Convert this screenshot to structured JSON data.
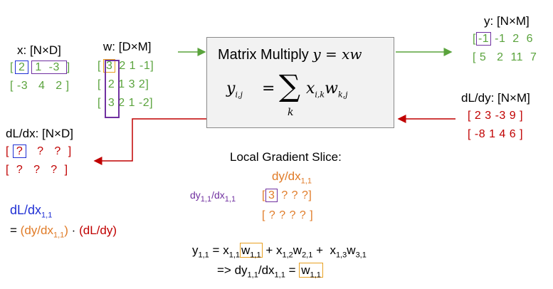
{
  "x": {
    "label": "x: [N×D]",
    "row1": [
      "2",
      "1",
      "-3"
    ],
    "row2": [
      "-3",
      "4",
      "2"
    ]
  },
  "w": {
    "label": "w: [D×M]",
    "rows": [
      [
        "3",
        "2",
        "1",
        "-1"
      ],
      [
        "2",
        "1",
        "3",
        "2"
      ],
      [
        "3",
        "2",
        "1",
        "-2"
      ]
    ]
  },
  "matmul": {
    "title": "Matrix Multiply",
    "title_eq": "y = xw",
    "formula_lhs": "y",
    "formula_lhs_sub": "i,j",
    "formula_eq": "=",
    "formula_sigma": "∑",
    "formula_sigma_sub": "k",
    "formula_rhs_x": "x",
    "formula_rhs_x_sub": "i,k",
    "formula_rhs_w": "w",
    "formula_rhs_w_sub": "k,j"
  },
  "y": {
    "label": "y: [N×M]",
    "row1": [
      "-1",
      "-1",
      "2",
      "6"
    ],
    "row2": [
      "5",
      "2",
      "11",
      "7"
    ]
  },
  "dLdy": {
    "label": "dL/dy: [N×M]",
    "row1": "[ 2 3 -3 9 ]",
    "row2": "[ -8 1 4 6 ]"
  },
  "dLdx": {
    "label": "dL/dx: [N×D]",
    "row1_first": "?",
    "row1_rest": "?   ?",
    "row2": "[  ?   ?   ?  ]"
  },
  "local": {
    "title": "Local Gradient Slice:",
    "top_label": "dy/dx",
    "top_label_sub": "1,1",
    "side_label": "dy",
    "side_label_sub1": "1,1",
    "side_label_mid": "/dx",
    "side_label_sub2": "1,1",
    "row1_first": "3",
    "row1_rest": "? ? ?",
    "row2": "[ ? ? ? ? ]"
  },
  "chain": {
    "lhs": "dL/dx",
    "lhs_sub": "1,1",
    "eq": "=",
    "term1": "(dy/dx",
    "term1_sub": "1,1",
    "term1_close": ")",
    "dot": "·",
    "term2": "(dL/dy)"
  },
  "expand": {
    "line1_y": "y",
    "line1_y_sub": "1,1",
    "line1_eq": "=",
    "t1x": "x",
    "t1x_sub": "1,1",
    "t1w": "w",
    "t1w_sub": "1,1",
    "plus1": "+",
    "t2x": "x",
    "t2x_sub": "1,2",
    "t2w": "w",
    "t2w_sub": "2,1",
    "plus2": "+",
    "t3x": "x",
    "t3x_sub": "1,3",
    "t3w": "w",
    "t3w_sub": "3,1",
    "line2_pre": "=> dy",
    "line2_sub1": "1,1",
    "line2_mid": "/dx",
    "line2_sub2": "1,1",
    "line2_eq": "=",
    "line2_w": "w",
    "line2_w_sub": "1,1"
  }
}
